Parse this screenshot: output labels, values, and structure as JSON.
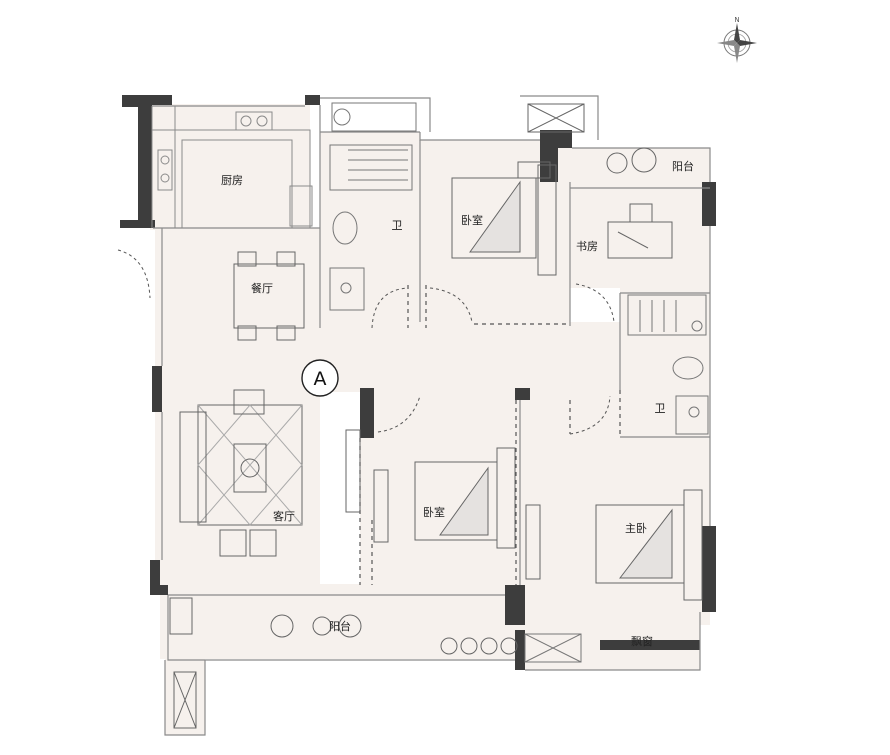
{
  "plan": {
    "unit_badge": "A",
    "rooms": {
      "kitchen": "厨房",
      "dining": "餐厅",
      "living": "客厅",
      "bath_top": "卫",
      "bedroom_top": "卧室",
      "study": "书房",
      "balcony_top": "阳台",
      "bath_right": "卫",
      "bedroom_middle": "卧室",
      "master_bedroom": "主卧",
      "balcony_bottom": "阳台",
      "bay_window": "飘窗"
    }
  },
  "compass": {
    "north_label": "N"
  },
  "colors": {
    "floor": "#f6f1ed",
    "wall": "#3d3d3d",
    "line": "#8a8a8a",
    "dash": "#555555"
  }
}
